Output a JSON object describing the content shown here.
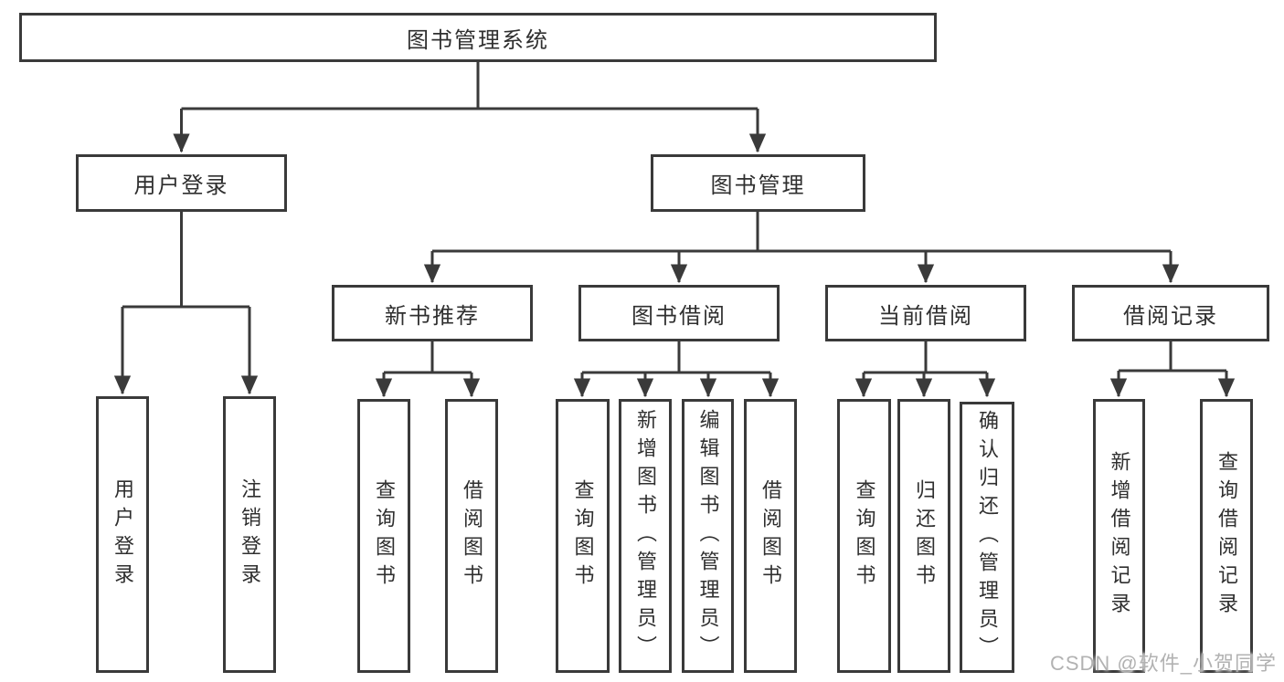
{
  "watermark": "CSDN @软件_小贺同学",
  "colors": {
    "line": "#3a3a3a",
    "border": "#3a3a3a",
    "text": "#2f2f2f",
    "box_background": "#ffffff",
    "watermark_text": "#b2b2b2"
  },
  "tree": {
    "root": {
      "label": "图书管理系统"
    },
    "branches": [
      {
        "label": "用户登录",
        "children": [
          {
            "label": "用户登录"
          },
          {
            "label": "注销登录"
          }
        ]
      },
      {
        "label": "图书管理",
        "children": [
          {
            "label": "新书推荐",
            "children": [
              {
                "label": "查询图书"
              },
              {
                "label": "借阅图书"
              }
            ]
          },
          {
            "label": "图书借阅",
            "children": [
              {
                "label": "查询图书"
              },
              {
                "label": "新增图书（管理员）"
              },
              {
                "label": "编辑图书（管理员）"
              },
              {
                "label": "借阅图书"
              }
            ]
          },
          {
            "label": "当前借阅",
            "children": [
              {
                "label": "查询图书"
              },
              {
                "label": "归还图书"
              },
              {
                "label": "确认归还（管理员）"
              }
            ]
          },
          {
            "label": "借阅记录",
            "children": [
              {
                "label": "新增借阅记录"
              },
              {
                "label": "查询借阅记录"
              }
            ]
          }
        ]
      }
    ]
  }
}
